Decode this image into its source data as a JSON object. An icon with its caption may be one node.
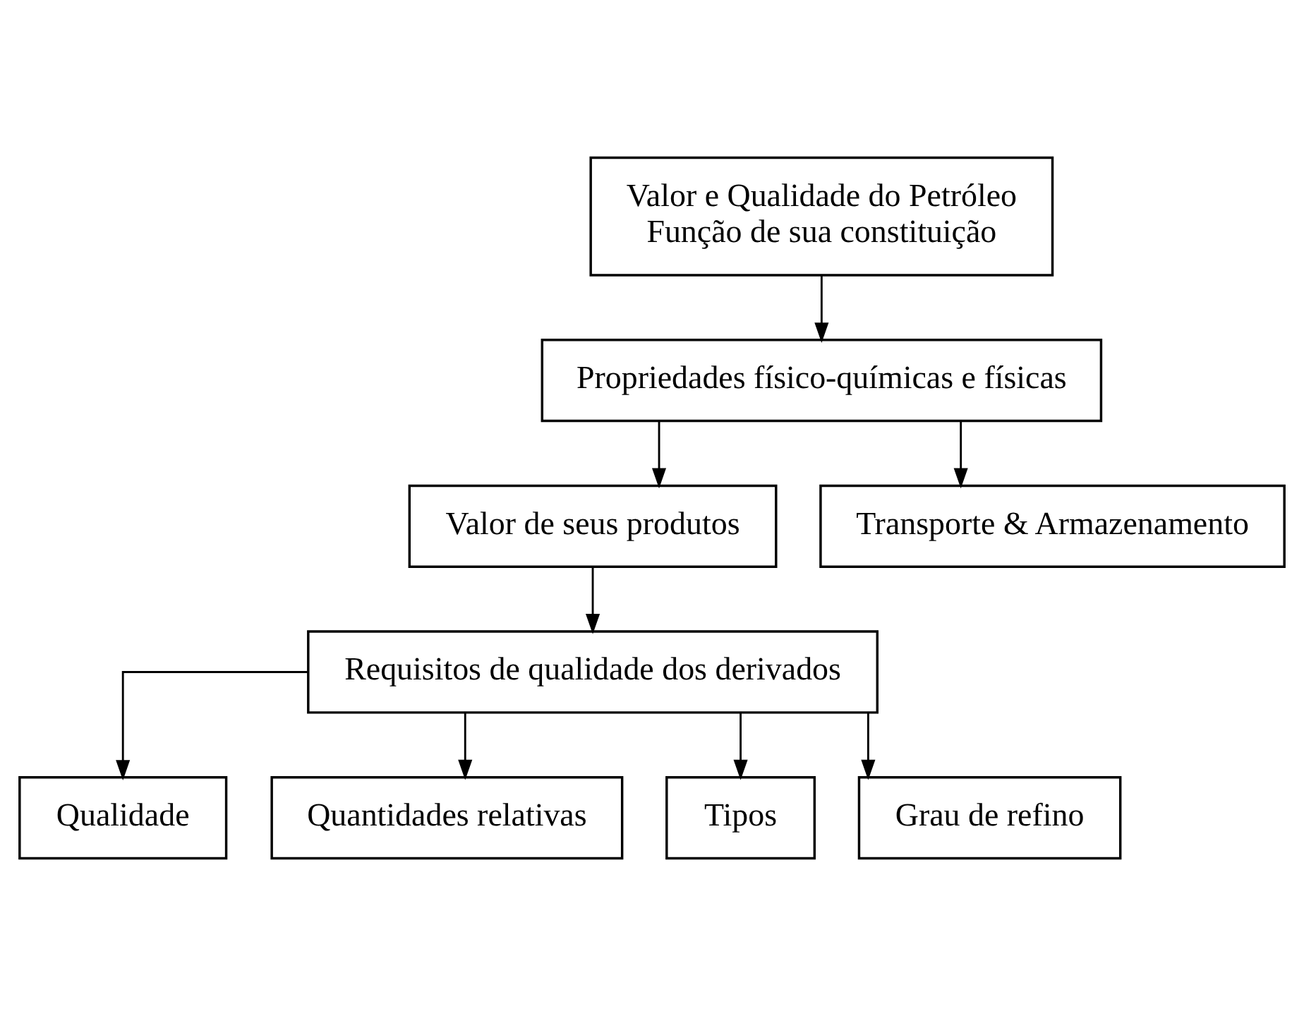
{
  "diagram": {
    "nodes": [
      {
        "text": [
          "Valor e Qualidade do Petróleo",
          "Função de sua constituição"
        ]
      },
      {
        "text": [
          "Propriedades físico-químicas e físicas"
        ]
      },
      {
        "text": [
          "Valor de seus produtos"
        ]
      },
      {
        "text": [
          "Transporte & Armazenamento"
        ]
      },
      {
        "text": [
          "Requisitos de qualidade dos derivados"
        ]
      },
      {
        "text": [
          "Qualidade"
        ]
      },
      {
        "text": [
          "Quantidades relativas"
        ]
      },
      {
        "text": [
          "Tipos"
        ]
      },
      {
        "text": [
          "Grau de refino"
        ]
      }
    ],
    "edges": [
      {
        "from": 0,
        "to": 1,
        "arrow": "to"
      },
      {
        "from": 1,
        "to": 2,
        "arrow": "to"
      },
      {
        "from": 1,
        "to": 3,
        "arrow": "to"
      },
      {
        "from": 2,
        "to": 4,
        "arrow": "to"
      },
      {
        "from": 4,
        "to": 5,
        "arrow": "to"
      },
      {
        "from": 4,
        "to": 6,
        "arrow": "to"
      },
      {
        "from": 4,
        "to": 7,
        "arrow": "to"
      },
      {
        "from": 4,
        "to": 8,
        "arrow": "to"
      }
    ]
  }
}
